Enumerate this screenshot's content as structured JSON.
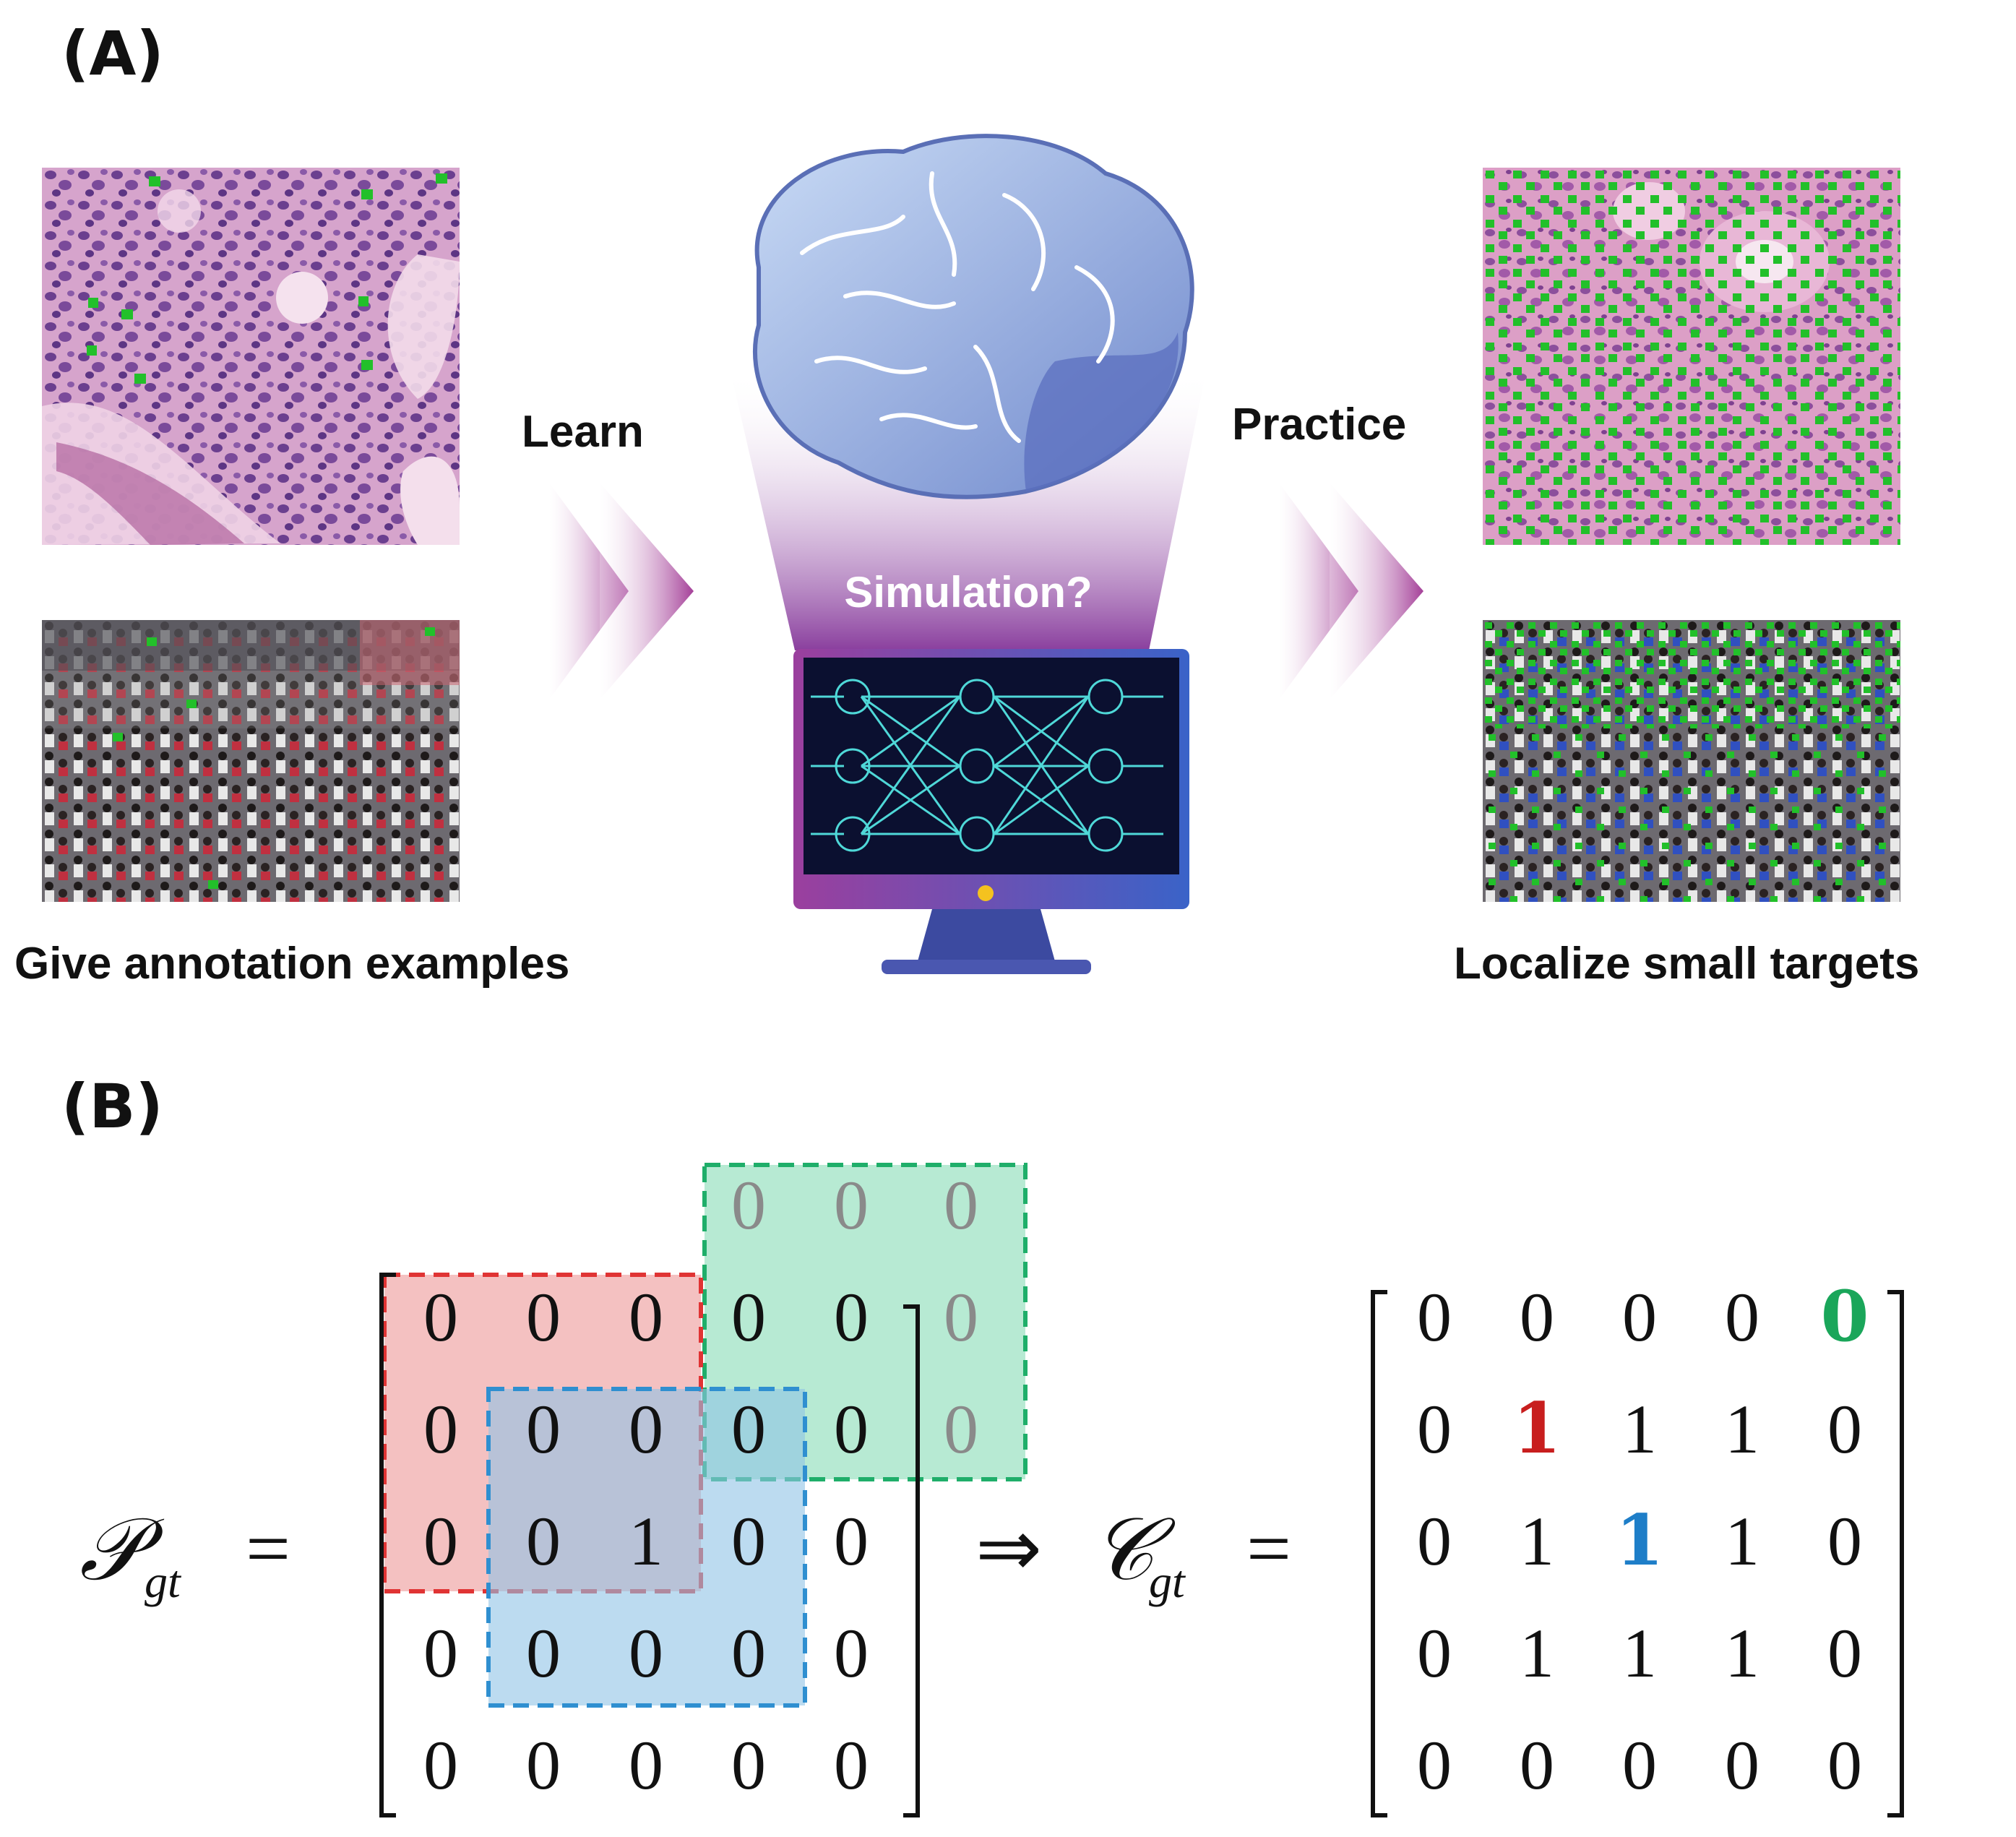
{
  "panel_a": {
    "label": "(A)",
    "learn_label": "Learn",
    "practice_label": "Practice",
    "simulation_label": "Simulation?",
    "left_caption": "Give annotation examples",
    "right_caption": "Localize small targets"
  },
  "panel_b": {
    "label": "(B)",
    "lhs_symbol": "𝒫",
    "lhs_sub": "gt",
    "equals": "=",
    "implies": "⇒",
    "rhs_symbol": "𝒞",
    "rhs_sub": "gt",
    "p_matrix": [
      [
        "0",
        "0",
        "0",
        "0",
        "0"
      ],
      [
        "0",
        "0",
        "0",
        "0",
        "0"
      ],
      [
        "0",
        "0",
        "1",
        "0",
        "0"
      ],
      [
        "0",
        "0",
        "0",
        "0",
        "0"
      ],
      [
        "0",
        "0",
        "0",
        "0",
        "0"
      ]
    ],
    "padding_values": [
      "0",
      "0",
      "0",
      "0",
      "0"
    ],
    "c_matrix": [
      [
        "0",
        "0",
        "0",
        "0",
        "0"
      ],
      [
        "0",
        "1",
        "1",
        "1",
        "0"
      ],
      [
        "0",
        "1",
        "1",
        "1",
        "0"
      ],
      [
        "0",
        "1",
        "1",
        "1",
        "0"
      ],
      [
        "0",
        "0",
        "0",
        "0",
        "0"
      ]
    ]
  },
  "colors": {
    "annotation_green": "#22c02a",
    "arrow_magenta": "#b04fa6",
    "monitor_screen": "#0b1030",
    "network_teal": "#4fd8d8",
    "red_box": "#e03434",
    "blue_box": "#2f8fd0",
    "green_box": "#1fae6a",
    "highlight_red": "#c81e1e",
    "highlight_blue": "#1e7ec8",
    "highlight_green": "#1aa65a"
  }
}
